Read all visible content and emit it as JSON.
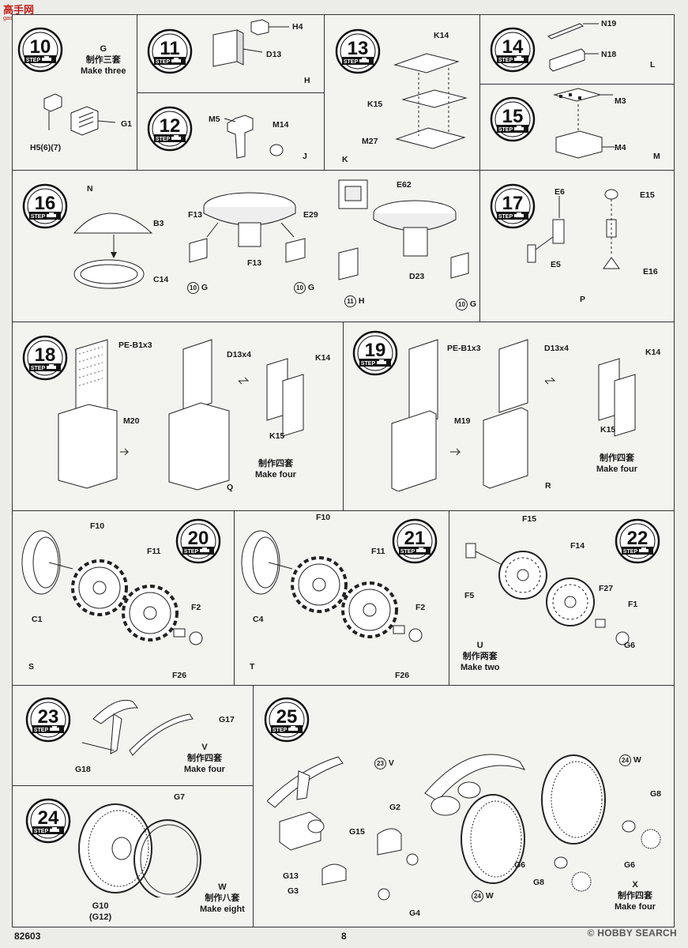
{
  "site_logo": {
    "text": "高手网",
    "sub": "gaoshow.com"
  },
  "steps": [
    {
      "num": "10",
      "word": "STEP",
      "texts": {
        "letter": "G",
        "zh": "制作三套",
        "en": "Make three",
        "p1": "G1",
        "p2": "H5(6)(7)"
      }
    },
    {
      "num": "11",
      "word": "STEP",
      "texts": {
        "letter": "H",
        "p1": "H4",
        "p2": "D13"
      }
    },
    {
      "num": "12",
      "word": "STEP",
      "texts": {
        "letter": "J",
        "p1": "M5",
        "p2": "M14"
      }
    },
    {
      "num": "13",
      "word": "STEP",
      "texts": {
        "letter": "K",
        "p1": "K14",
        "p2": "K15",
        "p3": "M27"
      }
    },
    {
      "num": "14",
      "word": "STEP",
      "texts": {
        "letter": "L",
        "p1": "N19",
        "p2": "N18"
      }
    },
    {
      "num": "15",
      "word": "STEP",
      "texts": {
        "letter": "M",
        "p1": "M3",
        "p2": "M4"
      }
    },
    {
      "num": "16",
      "word": "STEP",
      "texts": {
        "letter": "N",
        "p1": "B3",
        "p2": "C14",
        "p3": "F13",
        "p4": "E29",
        "p5": "F13",
        "p6": "E62",
        "p7": "D23",
        "r1": "10",
        "r1l": "G",
        "r2": "10",
        "r2l": "G",
        "r3": "11",
        "r3l": "H",
        "r4": "10",
        "r4l": "G"
      }
    },
    {
      "num": "17",
      "word": "STEP",
      "texts": {
        "letter": "P",
        "p1": "E6",
        "p2": "E5",
        "p3": "E15",
        "p4": "E16"
      }
    },
    {
      "num": "18",
      "word": "STEP",
      "texts": {
        "letter": "Q",
        "p1": "PE-B1x3",
        "p2": "M20",
        "p3": "D13x4",
        "p4": "K14",
        "p5": "K15",
        "zh": "制作四套",
        "en": "Make four"
      }
    },
    {
      "num": "19",
      "word": "STEP",
      "texts": {
        "letter": "R",
        "p1": "PE-B1x3",
        "p2": "M19",
        "p3": "D13x4",
        "p4": "K14",
        "p5": "K15",
        "zh": "制作四套",
        "en": "Make four"
      }
    },
    {
      "num": "20",
      "word": "STEP",
      "texts": {
        "letter": "S",
        "p1": "F10",
        "p2": "F11",
        "p3": "C1",
        "p4": "F2",
        "p5": "F26"
      }
    },
    {
      "num": "21",
      "word": "STEP",
      "texts": {
        "letter": "T",
        "p1": "F10",
        "p2": "F11",
        "p3": "C4",
        "p4": "F2",
        "p5": "F26"
      }
    },
    {
      "num": "22",
      "word": "STEP",
      "texts": {
        "letter": "U",
        "p1": "F15",
        "p2": "F14",
        "p3": "F5",
        "p4": "F27",
        "p5": "F1",
        "p6": "G6",
        "zh": "制作两套",
        "en": "Make two"
      }
    },
    {
      "num": "23",
      "word": "STEP",
      "texts": {
        "letter": "V",
        "p1": "G17",
        "p2": "G18",
        "zh": "制作四套",
        "en": "Make four"
      }
    },
    {
      "num": "24",
      "word": "STEP",
      "texts": {
        "letter": "W",
        "p1": "G7",
        "p2": "G10",
        "p3": "(G12)",
        "zh": "制作八套",
        "en": "Make eight"
      }
    },
    {
      "num": "25",
      "word": "STEP",
      "texts": {
        "letter": "X",
        "p1": "23",
        "p1l": "V",
        "p2": "24",
        "p2l": "W",
        "p3": "G2",
        "p4": "G15",
        "p5": "G13",
        "p6": "G3",
        "p7": "G4",
        "p8": "G6",
        "p9": "G8",
        "p10": "G8",
        "p11": "G6",
        "p12": "24",
        "p12l": "W",
        "zh": "制作四套",
        "en": "Make four"
      }
    }
  ],
  "footer": {
    "code": "82603",
    "page": "8",
    "watermark": "© HOBBY SEARCH"
  }
}
